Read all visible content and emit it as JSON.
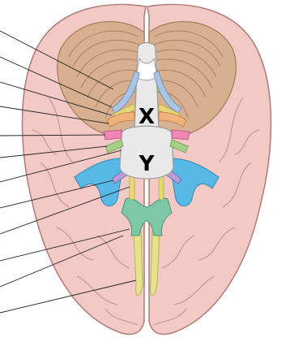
{
  "labels": {
    "upper": "X",
    "lower": "Y"
  },
  "pointer_count": 12,
  "colors": {
    "cerebrum": "#f2c9c4",
    "cerebrum_outline": "#b07a78",
    "cerebellum": "#d9b08f",
    "cerebellum_line": "#a27a5c",
    "brainstem": "#e9e9ea",
    "blue_nerve": "#aac6e4",
    "yellow_nerve": "#e3d97a",
    "orange_nerve": "#efb27a",
    "pink_nerve": "#ef86b8",
    "green_nerve": "#a5d08a",
    "purple_nerve": "#b59ed6",
    "cyan_nerve": "#59b9e6",
    "teal_chiasm": "#7cc8a7",
    "olfactory": "#e6e389"
  }
}
